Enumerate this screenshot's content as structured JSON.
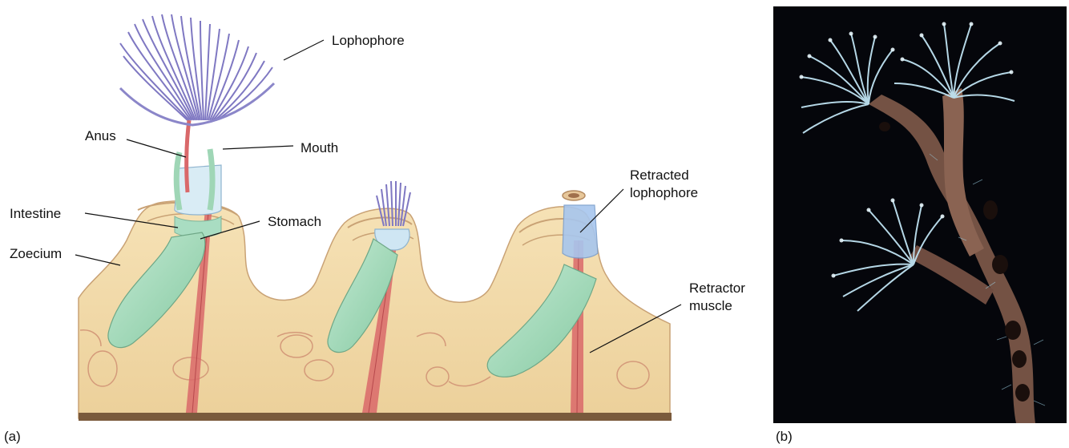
{
  "panels": {
    "a": "(a)",
    "b": "(b)"
  },
  "labels": {
    "lophophore": "Lophophore",
    "anus": "Anus",
    "mouth": "Mouth",
    "intestine": "Intestine",
    "stomach": "Stomach",
    "zoecium": "Zoecium",
    "retracted_1": "Retracted",
    "retracted_2": "lophophore",
    "retractor_1": "Retractor",
    "retractor_2": "muscle"
  },
  "colors": {
    "zoecium_fill": "#f0d7a6",
    "zoecium_edge": "#caa57a",
    "base_strip": "#7a5a3c",
    "gut": "#9fd6b6",
    "muscle": "#d9686a",
    "lophophore": "#8b86c9",
    "photo_bg": "#05060b",
    "photo_stalk": "#7a5648",
    "photo_tentacle": "#bfe3f2"
  }
}
